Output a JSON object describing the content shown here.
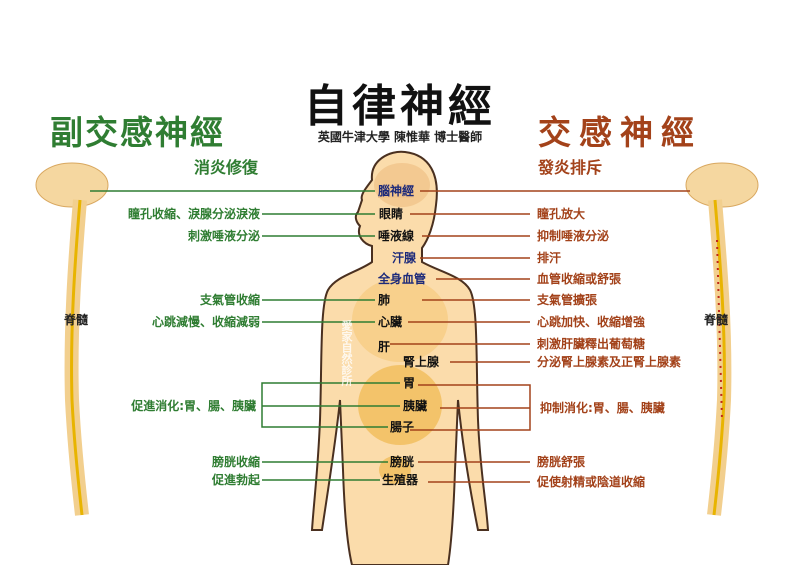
{
  "title": "自律神經",
  "subtitle": "英國牛津大學 陳惟華 博士醫師",
  "watermark": "愛家自然診所",
  "parasympathetic": {
    "title": "副交感神經",
    "subtitle": "消炎修復",
    "color": "#2f7d32",
    "effects": [
      "瞳孔收縮、淚腺分泌淚液",
      "刺激唾液分泌",
      "支氣管收縮",
      "心跳減慢、收縮減弱",
      "促進消化:胃、腸、胰臟",
      "膀胱收縮",
      "促進勃起"
    ],
    "spine_label": "脊髓"
  },
  "sympathetic": {
    "title": "交感神經",
    "subtitle": "發炎排斥",
    "color": "#a3421a",
    "effects": [
      "瞳孔放大",
      "抑制唾液分泌",
      "排汗",
      "血管收縮或舒張",
      "支氣管擴張",
      "心跳加快、收縮增強",
      "刺激肝臟釋出葡萄糖",
      "分泌腎上腺素及正腎上腺素",
      "抑制消化:胃、腸、胰臟",
      "膀胱舒張",
      "促使射精或陰道收縮"
    ],
    "spine_label": "脊髓"
  },
  "organs": [
    "腦神經",
    "眼睛",
    "唾液線",
    "汗腺",
    "全身血管",
    "肺",
    "心臟",
    "肝",
    "腎上腺",
    "胃",
    "胰臟",
    "腸子",
    "膀胱",
    "生殖器"
  ]
}
